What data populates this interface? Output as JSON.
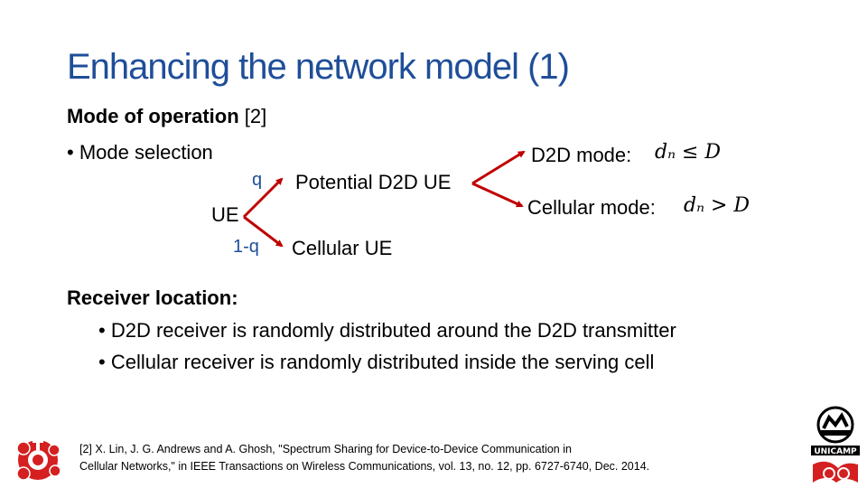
{
  "slide": {
    "title": "Enhancing the network model (1)",
    "mode_heading": "Mode of operation",
    "mode_ref": " [2]",
    "bullet_mode_selection": "• Mode selection",
    "tree": {
      "root": "UE",
      "prob_d2d": "q",
      "prob_cellular": "1-q",
      "d2d_label": "Potential D2D UE",
      "cellular_label": "Cellular UE"
    },
    "modes": {
      "d2d_mode_label": "D2D mode:",
      "d2d_condition": "dₙ ≤ D",
      "cellular_mode_label": "Cellular mode:",
      "cellular_condition": "dₙ > D"
    },
    "receiver_heading": "Receiver location:",
    "receiver_bullets": [
      "• D2D receiver is randomly distributed around the D2D transmitter",
      "• Cellular receiver is randomly distributed inside the serving cell"
    ],
    "reference_line1": "[2] X. Lin, J. G. Andrews and A. Ghosh, \"Spectrum Sharing for Device-to-Device Communication in",
    "reference_line2": "Cellular Networks,\" in IEEE Transactions on Wireless Communications, vol. 13, no. 12, pp. 6727-6740, Dec. 2014.",
    "logo_right_text": "UNICAMP"
  },
  "colors": {
    "title": "#1f4e99",
    "arrow": "#c00000",
    "logo_red": "#d42020"
  }
}
